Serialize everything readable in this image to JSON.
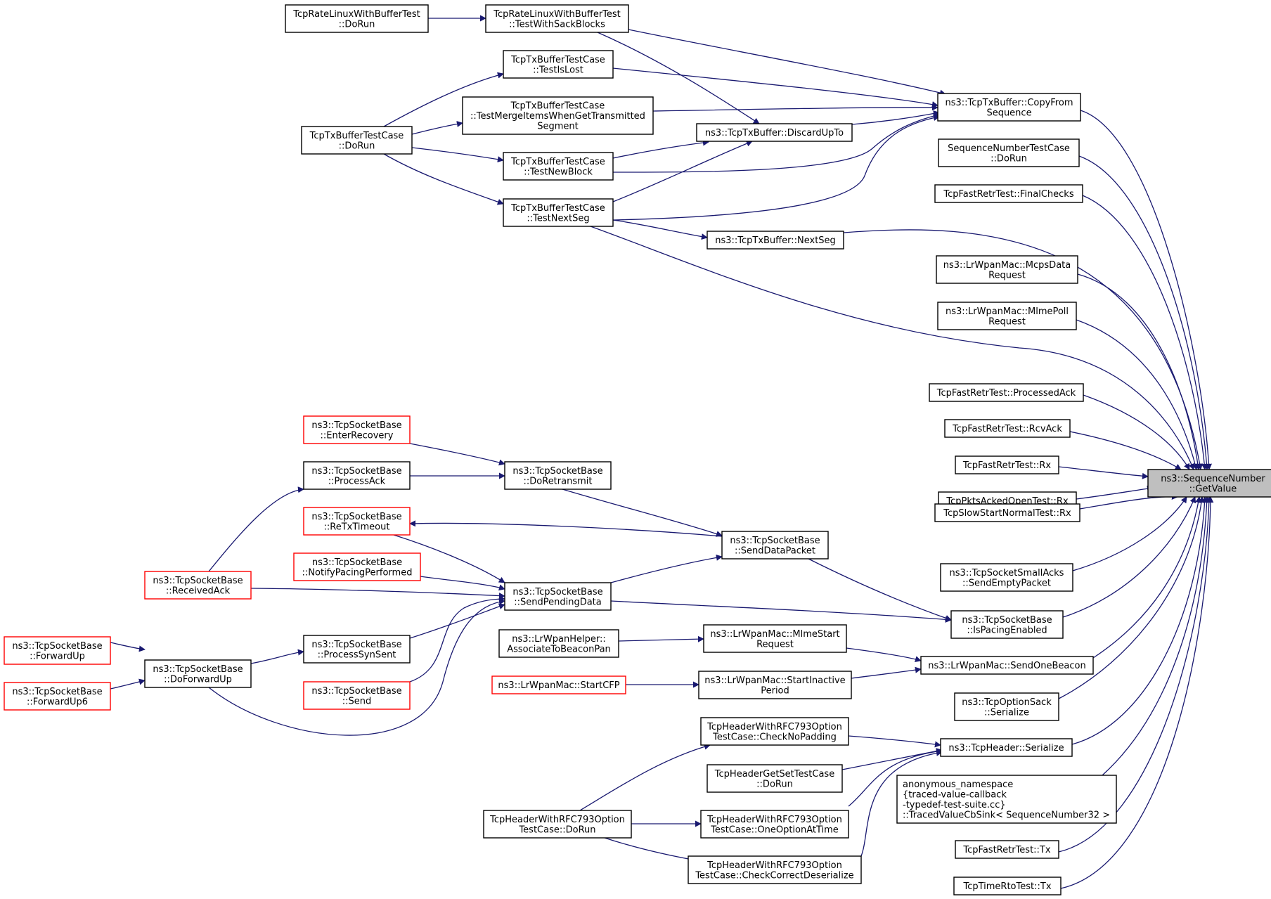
{
  "nodes": {
    "root": {
      "lines": [
        "ns3::SequenceNumber",
        "::GetValue"
      ],
      "style": "root"
    },
    "copyfrom": {
      "lines": [
        "ns3::TcpTxBuffer::CopyFrom",
        "Sequence"
      ]
    },
    "seqnum_dorun": {
      "lines": [
        "SequenceNumberTestCase",
        "::DoRun"
      ]
    },
    "fastretr_final": {
      "lines": [
        "TcpFastRetrTest::FinalChecks"
      ]
    },
    "nextseg": {
      "lines": [
        "ns3::TcpTxBuffer::NextSeg"
      ]
    },
    "mcpsdata": {
      "lines": [
        "ns3::LrWpanMac::McpsData",
        "Request"
      ]
    },
    "mlmepoll": {
      "lines": [
        "ns3::LrWpanMac::MlmePoll",
        "Request"
      ]
    },
    "processedack": {
      "lines": [
        "TcpFastRetrTest::ProcessedAck"
      ]
    },
    "rcvack": {
      "lines": [
        "TcpFastRetrTest::RcvAck"
      ]
    },
    "fastretr_rx": {
      "lines": [
        "TcpFastRetrTest::Rx"
      ]
    },
    "pktsacked_rx": {
      "lines": [
        "TcpPktsAckedOpenTest::Rx"
      ]
    },
    "slowstart_rx": {
      "lines": [
        "TcpSlowStartNormalTest::Rx"
      ]
    },
    "smallacks": {
      "lines": [
        "ns3::TcpSocketSmallAcks",
        "::SendEmptyPacket"
      ]
    },
    "ispacing": {
      "lines": [
        "ns3::TcpSocketBase",
        "::IsPacingEnabled"
      ]
    },
    "sendonebeacon": {
      "lines": [
        "ns3::LrWpanMac::SendOneBeacon"
      ]
    },
    "optionsack": {
      "lines": [
        "ns3::TcpOptionSack",
        "::Serialize"
      ]
    },
    "header_serialize": {
      "lines": [
        "ns3::TcpHeader::Serialize"
      ]
    },
    "anon": {
      "lines": [
        "anonymous_namespace",
        "{traced-value-callback",
        "-typedef-test-suite.cc}",
        "::TracedValueCbSink< SequenceNumber32 >"
      ],
      "align": "left"
    },
    "fastretr_tx": {
      "lines": [
        "TcpFastRetrTest::Tx"
      ]
    },
    "timerto_tx": {
      "lines": [
        "TcpTimeRtoTest::Tx"
      ]
    },
    "discardupto": {
      "lines": [
        "ns3::TcpTxBuffer::DiscardUpTo"
      ]
    },
    "testwithsack": {
      "lines": [
        "TcpRateLinuxWithBufferTest",
        "::TestWithSackBlocks"
      ]
    },
    "ratelinux_dorun": {
      "lines": [
        "TcpRateLinuxWithBufferTest",
        "::DoRun"
      ]
    },
    "testislost": {
      "lines": [
        "TcpTxBufferTestCase",
        "::TestIsLost"
      ]
    },
    "testmerge": {
      "lines": [
        "TcpTxBufferTestCase",
        "::TestMergeItemsWhenGetTransmitted",
        "Segment"
      ]
    },
    "testnewblock": {
      "lines": [
        "TcpTxBufferTestCase",
        "::TestNewBlock"
      ]
    },
    "testnextseg": {
      "lines": [
        "TcpTxBufferTestCase",
        "::TestNextSeg"
      ]
    },
    "txbuf_dorun": {
      "lines": [
        "TcpTxBufferTestCase",
        "::DoRun"
      ]
    },
    "senddatapacket": {
      "lines": [
        "ns3::TcpSocketBase",
        "::SendDataPacket"
      ]
    },
    "sendpending": {
      "lines": [
        "ns3::TcpSocketBase",
        "::SendPendingData"
      ]
    },
    "doretransmit": {
      "lines": [
        "ns3::TcpSocketBase",
        "::DoRetransmit"
      ]
    },
    "enterrecovery": {
      "lines": [
        "ns3::TcpSocketBase",
        "::EnterRecovery"
      ],
      "style": "red"
    },
    "processack": {
      "lines": [
        "ns3::TcpSocketBase",
        "::ProcessAck"
      ]
    },
    "retxtimeout": {
      "lines": [
        "ns3::TcpSocketBase",
        "::ReTxTimeout"
      ],
      "style": "red"
    },
    "notifypacing": {
      "lines": [
        "ns3::TcpSocketBase",
        "::NotifyPacingPerformed"
      ],
      "style": "red"
    },
    "receivedack": {
      "lines": [
        "ns3::TcpSocketBase",
        "::ReceivedAck"
      ],
      "style": "red"
    },
    "processsynsent": {
      "lines": [
        "ns3::TcpSocketBase",
        "::ProcessSynSent"
      ]
    },
    "send": {
      "lines": [
        "ns3::TcpSocketBase",
        "::Send"
      ],
      "style": "red"
    },
    "doforwardup": {
      "lines": [
        "ns3::TcpSocketBase",
        "::DoForwardUp"
      ]
    },
    "forwardup": {
      "lines": [
        "ns3::TcpSocketBase",
        "::ForwardUp"
      ],
      "style": "red"
    },
    "forwardup6": {
      "lines": [
        "ns3::TcpSocketBase",
        "::ForwardUp6"
      ],
      "style": "red"
    },
    "mlmestart": {
      "lines": [
        "ns3::LrWpanMac::MlmeStart",
        "Request"
      ]
    },
    "associatebeacon": {
      "lines": [
        "ns3::LrWpanHelper::",
        "AssociateToBeaconPan"
      ]
    },
    "startinactive": {
      "lines": [
        "ns3::LrWpanMac::StartInactive",
        "Period"
      ]
    },
    "startcfp": {
      "lines": [
        "ns3::LrWpanMac::StartCFP"
      ],
      "style": "red"
    },
    "checknopadding": {
      "lines": [
        "TcpHeaderWithRFC793Option",
        "TestCase::CheckNoPadding"
      ]
    },
    "headergetset": {
      "lines": [
        "TcpHeaderGetSetTestCase",
        "::DoRun"
      ]
    },
    "oneoption": {
      "lines": [
        "TcpHeaderWithRFC793Option",
        "TestCase::OneOptionAtTime"
      ]
    },
    "checkcorrect": {
      "lines": [
        "TcpHeaderWithRFC793Option",
        "TestCase::CheckCorrectDeserialize"
      ]
    },
    "rfc793_dorun": {
      "lines": [
        "TcpHeaderWithRFC793Option",
        "TestCase::DoRun"
      ]
    }
  }
}
